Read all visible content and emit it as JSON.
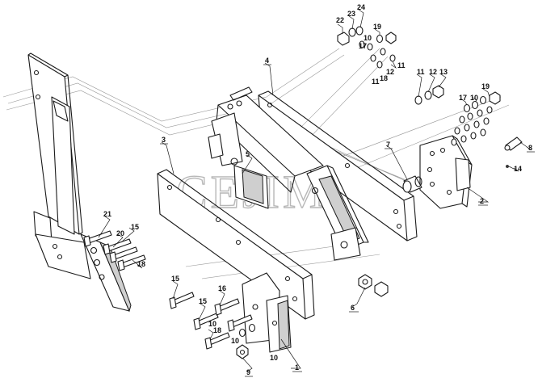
{
  "watermark": "CEJIM",
  "callouts": [
    {
      "id": "c1",
      "text": "1"
    },
    {
      "id": "c2",
      "text": "2"
    },
    {
      "id": "c3",
      "text": "3"
    },
    {
      "id": "c4",
      "text": "4"
    },
    {
      "id": "c5",
      "text": "5"
    },
    {
      "id": "c6",
      "text": "6"
    },
    {
      "id": "c7",
      "text": "7"
    },
    {
      "id": "c8",
      "text": "8"
    },
    {
      "id": "c9",
      "text": "9"
    },
    {
      "id": "c10a",
      "text": "10"
    },
    {
      "id": "c10b",
      "text": "10"
    },
    {
      "id": "c10c",
      "text": "10"
    },
    {
      "id": "c10d",
      "text": "10"
    },
    {
      "id": "c10e",
      "text": "10"
    },
    {
      "id": "c11a",
      "text": "11"
    },
    {
      "id": "c11b",
      "text": "11"
    },
    {
      "id": "c11c",
      "text": "11"
    },
    {
      "id": "c12a",
      "text": "12"
    },
    {
      "id": "c12b",
      "text": "12"
    },
    {
      "id": "c13",
      "text": "13"
    },
    {
      "id": "c14",
      "text": "14"
    },
    {
      "id": "c15a",
      "text": "15"
    },
    {
      "id": "c15b",
      "text": "15"
    },
    {
      "id": "c15c",
      "text": "15"
    },
    {
      "id": "c16",
      "text": "16"
    },
    {
      "id": "c17a",
      "text": "17"
    },
    {
      "id": "c17b",
      "text": "17"
    },
    {
      "id": "c18a",
      "text": "18"
    },
    {
      "id": "c18b",
      "text": "18"
    },
    {
      "id": "c18c",
      "text": "18"
    },
    {
      "id": "c19a",
      "text": "19"
    },
    {
      "id": "c19b",
      "text": "19"
    },
    {
      "id": "c20",
      "text": "20"
    },
    {
      "id": "c21",
      "text": "21"
    },
    {
      "id": "c22",
      "text": "22"
    },
    {
      "id": "c23",
      "text": "23"
    },
    {
      "id": "c24",
      "text": "24"
    }
  ]
}
